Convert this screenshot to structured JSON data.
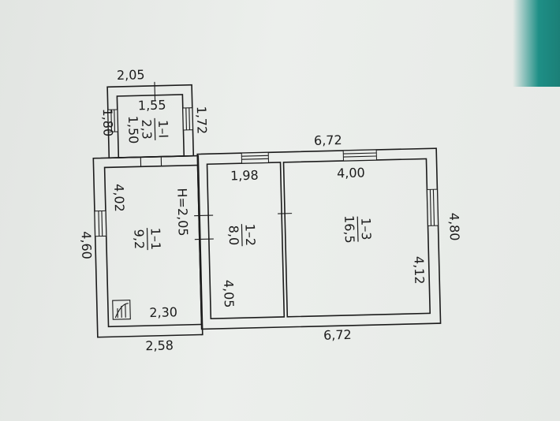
{
  "plan": {
    "vestibule": {
      "top_width": "2,05",
      "left_height": "1,80",
      "right_height": "1,72",
      "inner_width": "1,55",
      "inner_height": "1,50",
      "room_number": "1–I",
      "room_area": "2,3"
    },
    "room_1": {
      "room_number": "1–1",
      "room_area": "9,2",
      "inner_height": "4,02",
      "outer_height": "4,60",
      "ceiling_height": "H=2,05",
      "inner_width": "2,30",
      "outer_width": "2,58"
    },
    "room_2": {
      "room_number": "1–2",
      "room_area": "8,0",
      "inner_width": "1,98",
      "inner_height": "4,05"
    },
    "room_3": {
      "room_number": "1–3",
      "room_area": "16,5",
      "inner_width": "4,00",
      "inner_height": "4,12",
      "outer_height": "4,80"
    },
    "overall": {
      "top_width": "6,72",
      "bottom_width": "6,72"
    }
  }
}
